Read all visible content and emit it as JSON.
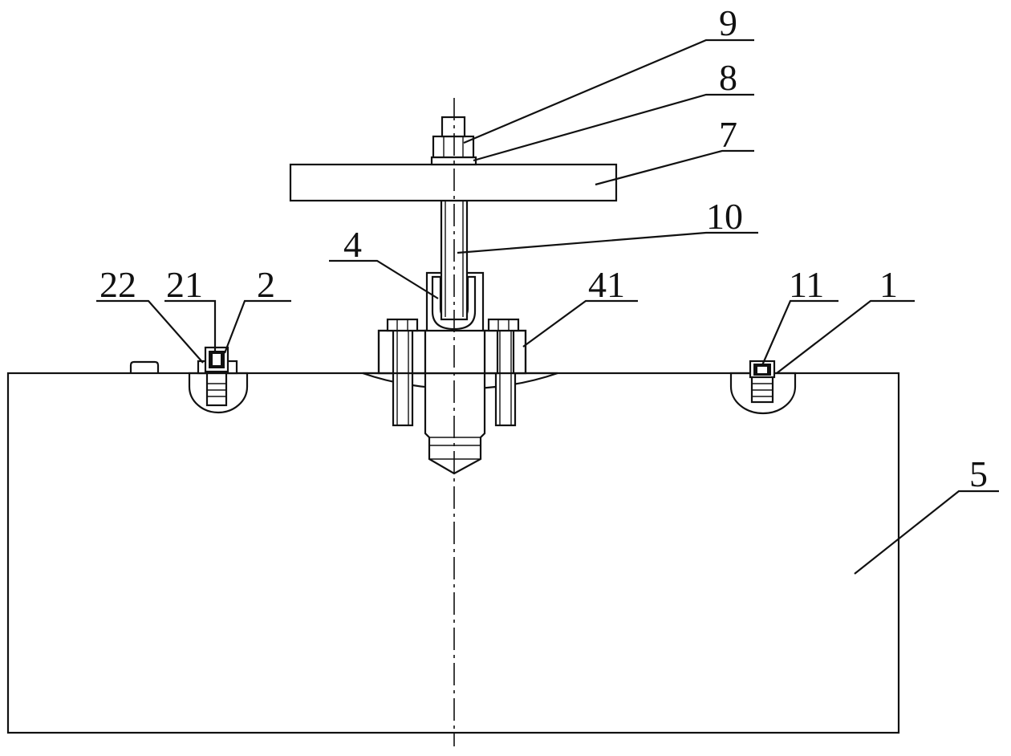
{
  "labels": {
    "l9": "9",
    "l8": "8",
    "l7": "7",
    "l10": "10",
    "l4": "4",
    "l41": "41",
    "l22": "22",
    "l21": "21",
    "l2": "2",
    "l11": "11",
    "l1": "1",
    "l5": "5"
  },
  "colors": {
    "line": "#111111",
    "background": "#ffffff"
  }
}
